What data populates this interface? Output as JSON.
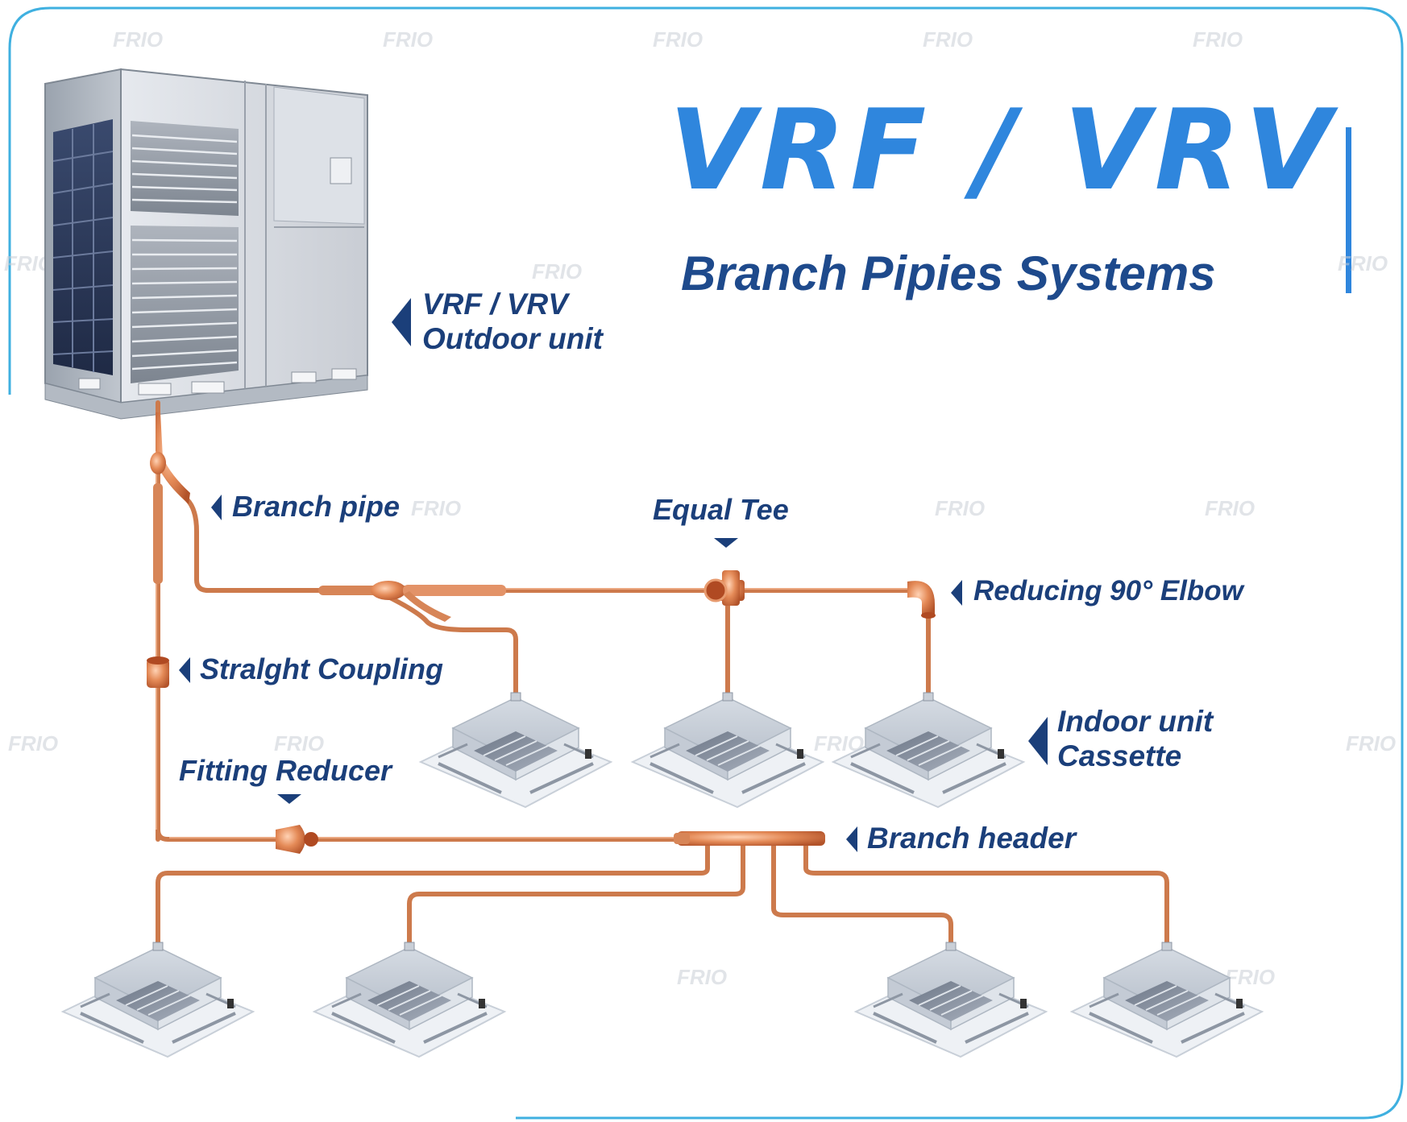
{
  "title": {
    "main": "VRF / VRV",
    "subtitle": "Branch Pipies Systems"
  },
  "labels": {
    "outdoor_line1": "VRF / VRV",
    "outdoor_line2": "Outdoor unit",
    "branch_pipe": "Branch pipe",
    "equal_tee": "Equal Tee",
    "reducing_elbow": "Reducing 90°  Elbow",
    "straight_coupling": "Stralght Coupling",
    "indoor_line1": "Indoor unit",
    "indoor_line2": "Cassette",
    "fitting_reducer": "Fitting Reducer",
    "branch_header": "Branch header"
  },
  "colors": {
    "border": "#3fb0e0",
    "title_accent": "#2f86dd",
    "label_text": "#1b3f7a",
    "copper": "#cd7a4c",
    "copper_highlight": "#f2b48f",
    "watermark": "#c9ced6"
  },
  "watermark": "FRIO"
}
